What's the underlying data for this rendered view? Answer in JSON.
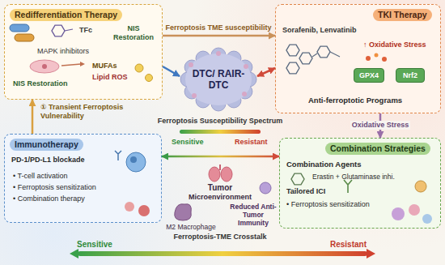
{
  "diagram": {
    "nodes": [
      {
        "text": [
          "Redifferentiation Therapy",
          "TFc",
          "NIS Restoration",
          "MAPK inhibitors",
          "MUFAs",
          "Lipid ROS",
          "NIS Restoration"
        ]
      },
      {
        "text": [
          "TKI Therapy",
          "Sorafenib, Lenvatinib",
          "↑ Oxidative Stress",
          "Anti-ferroptotic Programs"
        ]
      },
      {
        "text": [
          "GPX4"
        ],
        "in": 1
      },
      {
        "text": [
          "Nrf2"
        ],
        "in": 1
      },
      {
        "text": [
          "DTC/ RAIR-DTC"
        ]
      },
      {
        "text": [
          "Immunotherapy",
          "PD-1/PD-L1 blockade",
          "• T-cell activation",
          "• Ferroptosis sensitization",
          "• Combination therapy"
        ]
      },
      {
        "text": [
          "Combination Strategies",
          "Combination Agents",
          "Erastin + Glutaminase inhi.",
          "Tailored ICI",
          "• Ferroptosis sensitization"
        ]
      }
    ],
    "edges": [
      {
        "from": 0,
        "to": 1,
        "label": "Ferroptosis TME susceptibility",
        "arrow": "to"
      },
      {
        "from": 0,
        "to": 4,
        "arrow": "to"
      },
      {
        "from": 4,
        "to": 1,
        "arrow": "both"
      },
      {
        "from": 1,
        "to": 6,
        "label": "Oxidative Stress",
        "arrow": "to"
      },
      {
        "from": 5,
        "to": 6,
        "arrow": "both"
      },
      {
        "from": 5,
        "to": 0,
        "label": "① Transient Ferroptosis Vulnerability",
        "arrow": "to"
      }
    ],
    "labels": [
      "Ferroptosis Susceptibility Spectrum",
      "Sensitive",
      "Resistant",
      "Tumor",
      "Microenvironment",
      "M2 Macrophage",
      "Reduced Anti-Tumor Immunity",
      "Ferroptosis-TME Crosstalk",
      "Sensitive",
      "Resistant"
    ]
  }
}
